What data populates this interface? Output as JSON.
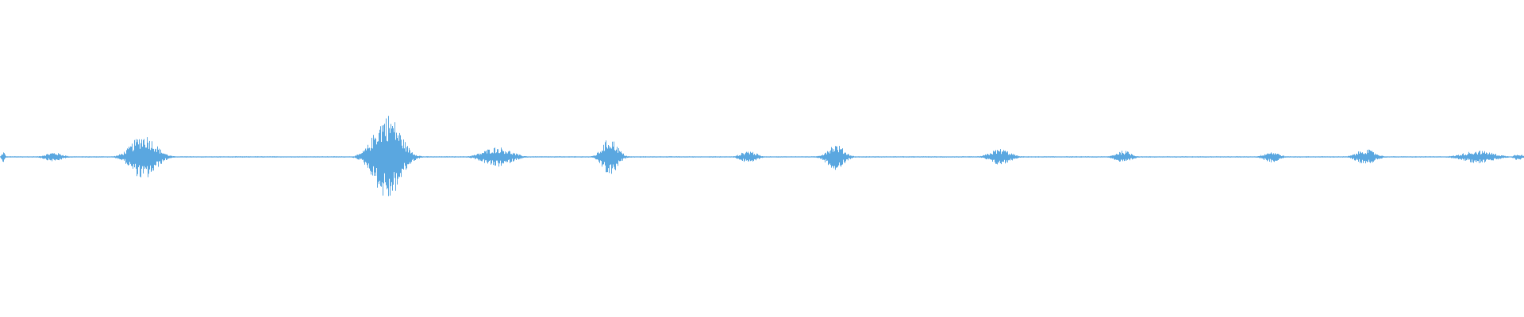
{
  "waveform": {
    "color": "#5aa7e0",
    "segments": [
      {
        "center": 0.002,
        "width": 0.004,
        "amplitude": 0.12
      },
      {
        "center": 0.035,
        "width": 0.022,
        "amplitude": 0.1
      },
      {
        "center": 0.094,
        "width": 0.032,
        "amplitude": 0.5
      },
      {
        "center": 0.254,
        "width": 0.034,
        "amplitude": 0.95
      },
      {
        "center": 0.326,
        "width": 0.036,
        "amplitude": 0.22
      },
      {
        "center": 0.4,
        "width": 0.02,
        "amplitude": 0.42
      },
      {
        "center": 0.491,
        "width": 0.02,
        "amplitude": 0.14
      },
      {
        "center": 0.548,
        "width": 0.022,
        "amplitude": 0.28
      },
      {
        "center": 0.656,
        "width": 0.026,
        "amplitude": 0.18
      },
      {
        "center": 0.737,
        "width": 0.02,
        "amplitude": 0.14
      },
      {
        "center": 0.834,
        "width": 0.02,
        "amplitude": 0.12
      },
      {
        "center": 0.896,
        "width": 0.024,
        "amplitude": 0.17
      },
      {
        "center": 0.97,
        "width": 0.04,
        "amplitude": 0.14
      },
      {
        "center": 0.996,
        "width": 0.01,
        "amplitude": 0.08
      }
    ],
    "baseline_noise": 0.012
  }
}
